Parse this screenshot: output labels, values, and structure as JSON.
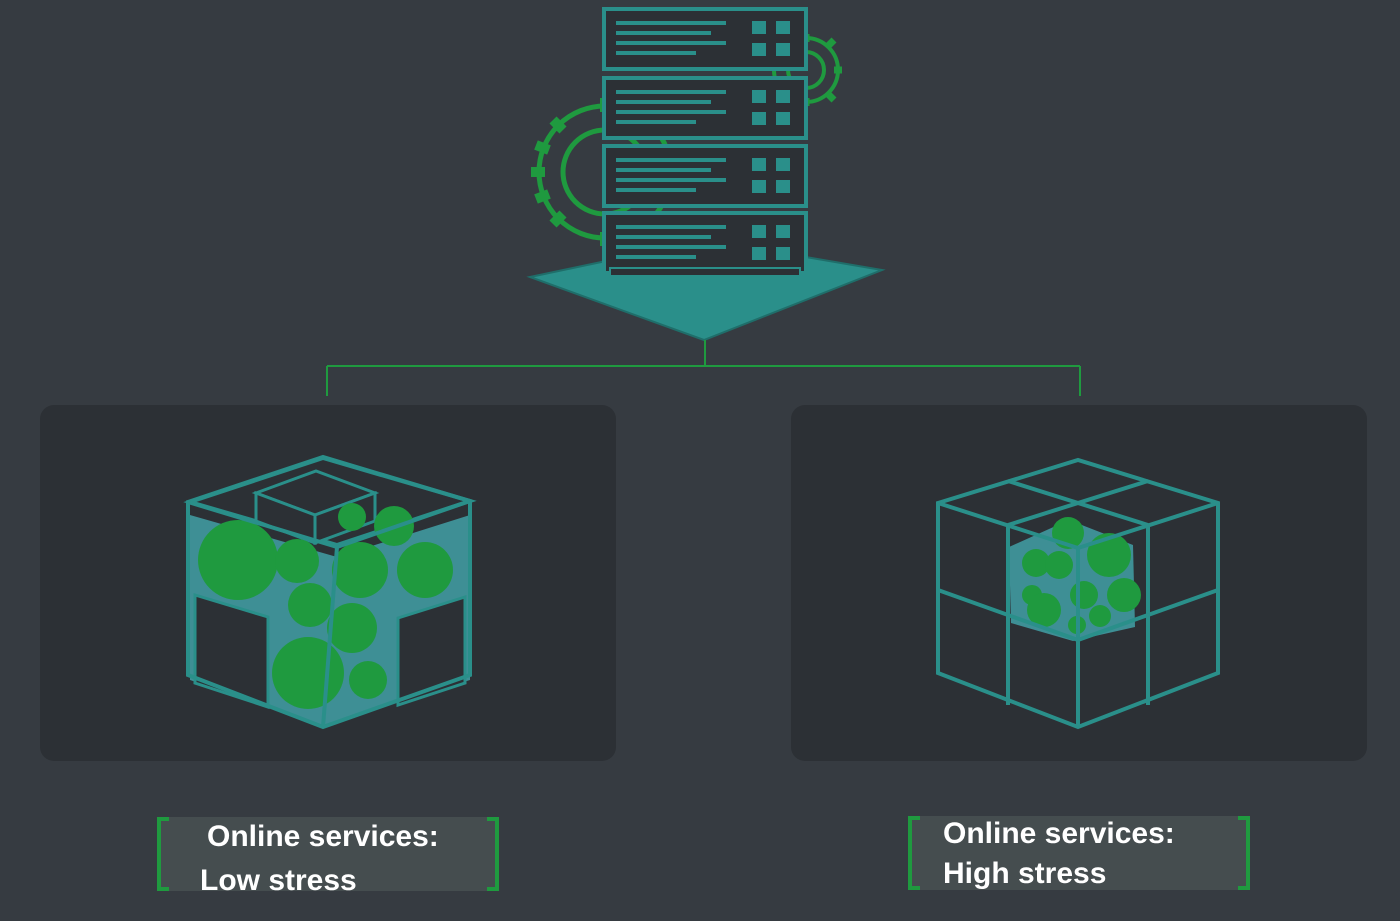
{
  "colors": {
    "background": "#363b41",
    "panel": "#2c3035",
    "teal": "#2a8f8a",
    "teal_fill": "#3e8f95",
    "green": "#1f9a3f",
    "dark_block": "#2c3035",
    "label_bg": "#454d4f"
  },
  "icons": {
    "server": "server-stack-icon",
    "gears": "gear-icon",
    "cube_low": "container-cube-icon",
    "cube_high": "container-cube-icon"
  },
  "left_panel": {
    "line1": "Online services:",
    "line2": "Low stress"
  },
  "right_panel": {
    "line1": "Online services:",
    "line2": "High stress"
  }
}
